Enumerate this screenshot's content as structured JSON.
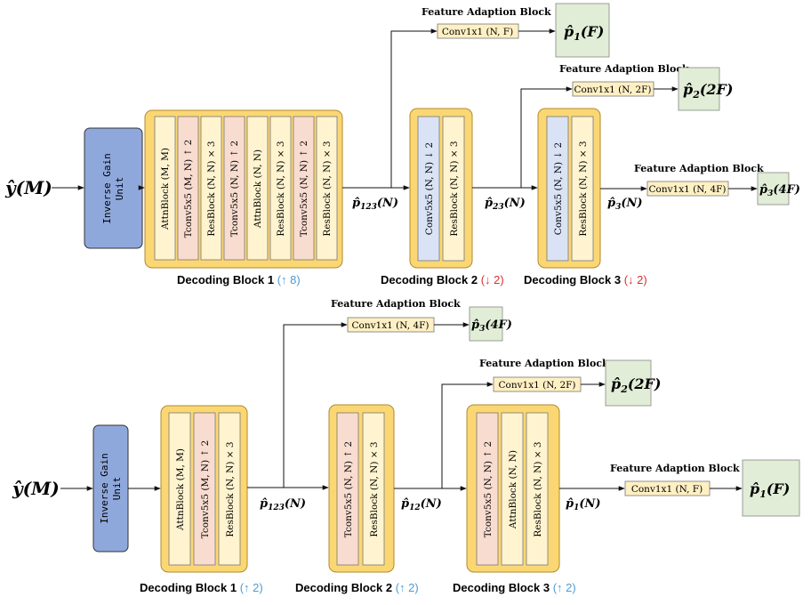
{
  "colors": {
    "gain_unit": "#8fa8dc",
    "outer_block": "#fbd774",
    "inner_plain": "#fff4cf",
    "inner_pink": "#f9dcd0",
    "inner_blue": "#d9e3f5",
    "fab": "#fff0c4",
    "out_box": "#e1edd6",
    "up": "#4f9bd1",
    "down": "#d9302b"
  },
  "top": {
    "input": {
      "sym": "ŷ",
      "arg": "(M)"
    },
    "gain_unit": {
      "line1": "Inverse Gain",
      "line2": "Unit"
    },
    "blocks": [
      {
        "title": "Decoding Block 1",
        "note": "(↑ 8)",
        "layers": [
          "AttnBlock (M, M)",
          "Tconv5x5 (M, N) ↑ 2",
          "ResBlock (N, N) × 3",
          "Tconv5x5 (N, N) ↑ 2",
          "AttnBlock (N, N)",
          "ResBlock (N, N) × 3",
          "Tconv5x5 (N, N) ↑ 2",
          "ResBlock (N, N) × 3"
        ]
      },
      {
        "title": "Decoding Block 2",
        "note": "(↓ 2)",
        "layers": [
          "Conv5x5 (N, N) ↓ 2",
          "ResBlock (N, N)  × 3"
        ]
      },
      {
        "title": "Decoding Block 3",
        "note": "(↓ 2)",
        "layers": [
          "Conv5x5 (N, N) ↓ 2",
          "ResBlock (N, N) × 3"
        ]
      }
    ],
    "edges": [
      {
        "sym": "p̂",
        "sub": "123",
        "arg": "(N)"
      },
      {
        "sym": "p̂",
        "sub": "23",
        "arg": "(N)"
      },
      {
        "sym": "p̂",
        "sub": "3",
        "arg": "(N)"
      }
    ],
    "fabs": [
      {
        "title": "Feature Adaption Block",
        "conv": "Conv1x1 (N, F)",
        "out_sub": "1",
        "out_arg": "(F)"
      },
      {
        "title": "Feature Adaption Block",
        "conv": "Conv1x1 (N, 2F)",
        "out_sub": "2",
        "out_arg": "(2F)"
      },
      {
        "title": "Feature Adaption Block",
        "conv": "Conv1x1 (N, 4F)",
        "out_sub": "3",
        "out_arg": "(4F)"
      }
    ]
  },
  "bottom": {
    "input": {
      "sym": "ŷ",
      "arg": "(M)"
    },
    "gain_unit": {
      "line1": "Inverse Gain",
      "line2": "Unit"
    },
    "blocks": [
      {
        "title": "Decoding Block 1",
        "note": "(↑ 2)",
        "layers": [
          "AttnBlock (M, M)",
          "Tconv5x5 (M, N) ↑ 2",
          "ResBlock (N, N) × 3"
        ]
      },
      {
        "title": "Decoding Block 2",
        "note": "(↑ 2)",
        "layers": [
          "Tconv5x5 (N, N) ↑ 2",
          "ResBlock (N, N) × 3"
        ]
      },
      {
        "title": "Decoding Block 3",
        "note": "(↑ 2)",
        "layers": [
          "Tconv5x5 (N, N) ↑ 2",
          "AttnBlock (N, N)",
          "ResBlock (N, N) × 3"
        ]
      }
    ],
    "edges": [
      {
        "sym": "p̂",
        "sub": "123",
        "arg": "(N)"
      },
      {
        "sym": "p̂",
        "sub": "12",
        "arg": "(N)"
      },
      {
        "sym": "p̂",
        "sub": "1",
        "arg": "(N)"
      }
    ],
    "fabs": [
      {
        "title": "Feature Adaption Block",
        "conv": "Conv1x1 (N, 4F)",
        "out_sub": "3",
        "out_arg": "(4F)"
      },
      {
        "title": "Feature Adaption Block",
        "conv": "Conv1x1 (N, 2F)",
        "out_sub": "2",
        "out_arg": "(2F)"
      },
      {
        "title": "Feature Adaption Block",
        "conv": "Conv1x1 (N, F)",
        "out_sub": "1",
        "out_arg": "(F)"
      }
    ]
  }
}
